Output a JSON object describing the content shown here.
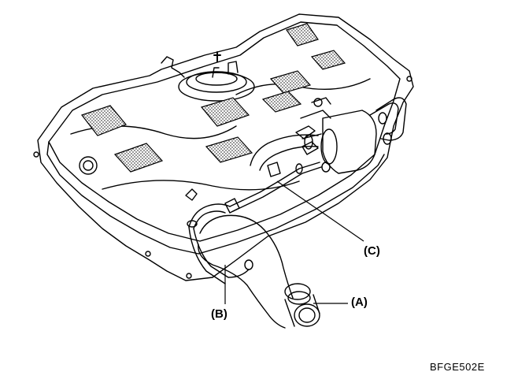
{
  "labels": {
    "a": "(A)",
    "b": "(B)",
    "c": "(C)"
  },
  "figure_code": "BFGE502E",
  "colors": {
    "ink": "#000000",
    "paper": "#ffffff",
    "shade": "#dcdcdc"
  }
}
